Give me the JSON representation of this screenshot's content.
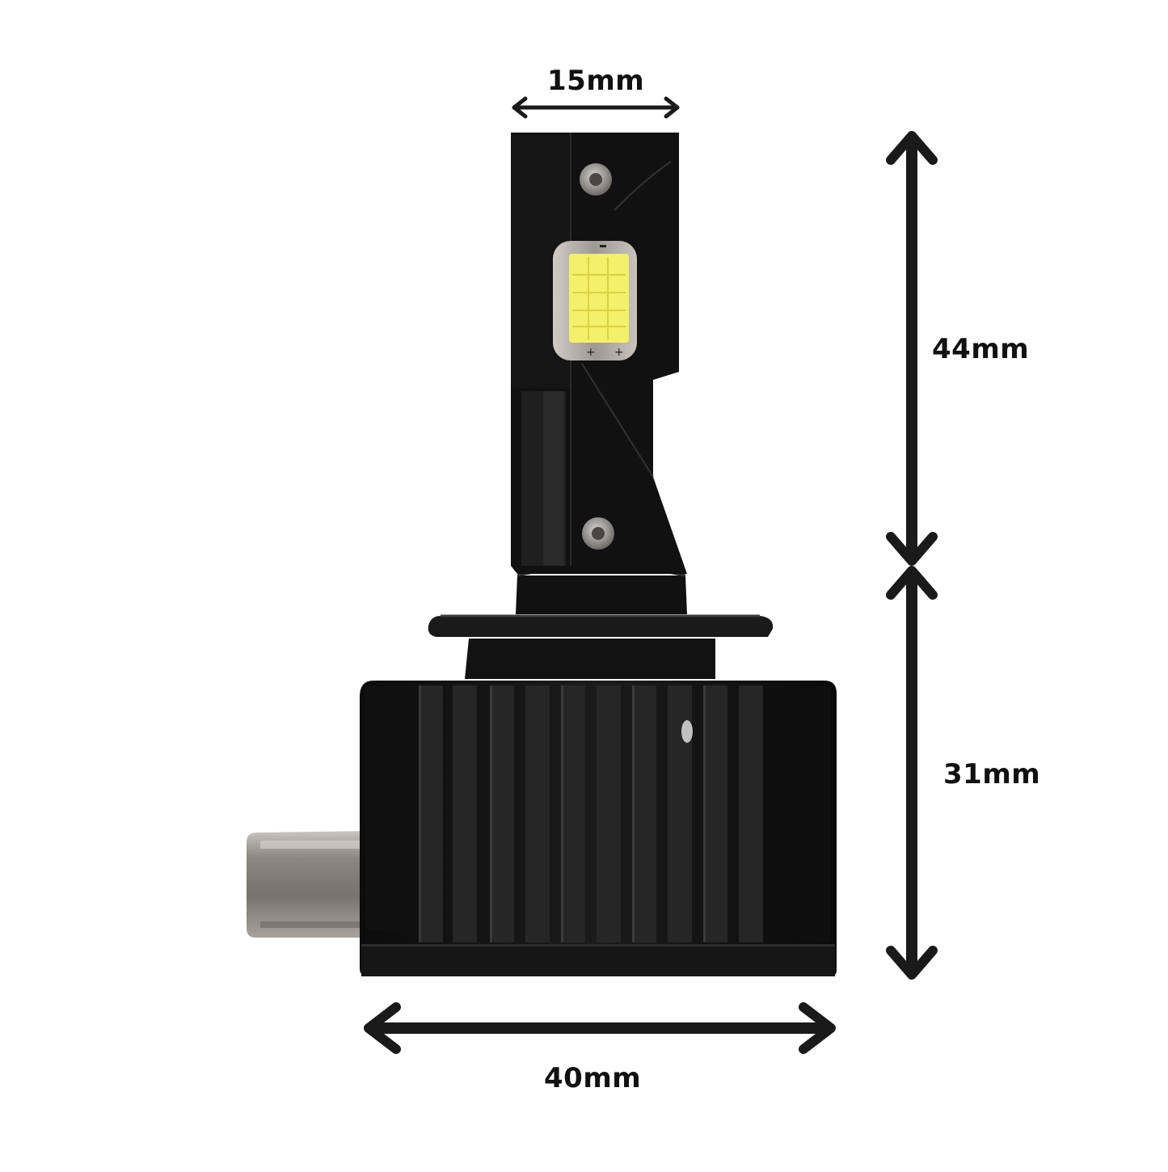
{
  "dimensions": {
    "top_width": "15mm",
    "upper_height": "44mm",
    "lower_height": "31mm",
    "bottom_width": "40mm"
  },
  "colors": {
    "arrow": "#1a1a1a",
    "body": "#121212",
    "led_chip": "#f3f06a",
    "connector": "#8f8b84"
  },
  "icons": {
    "double_arrow": "double-arrow-icon",
    "screw": "screw-icon"
  }
}
